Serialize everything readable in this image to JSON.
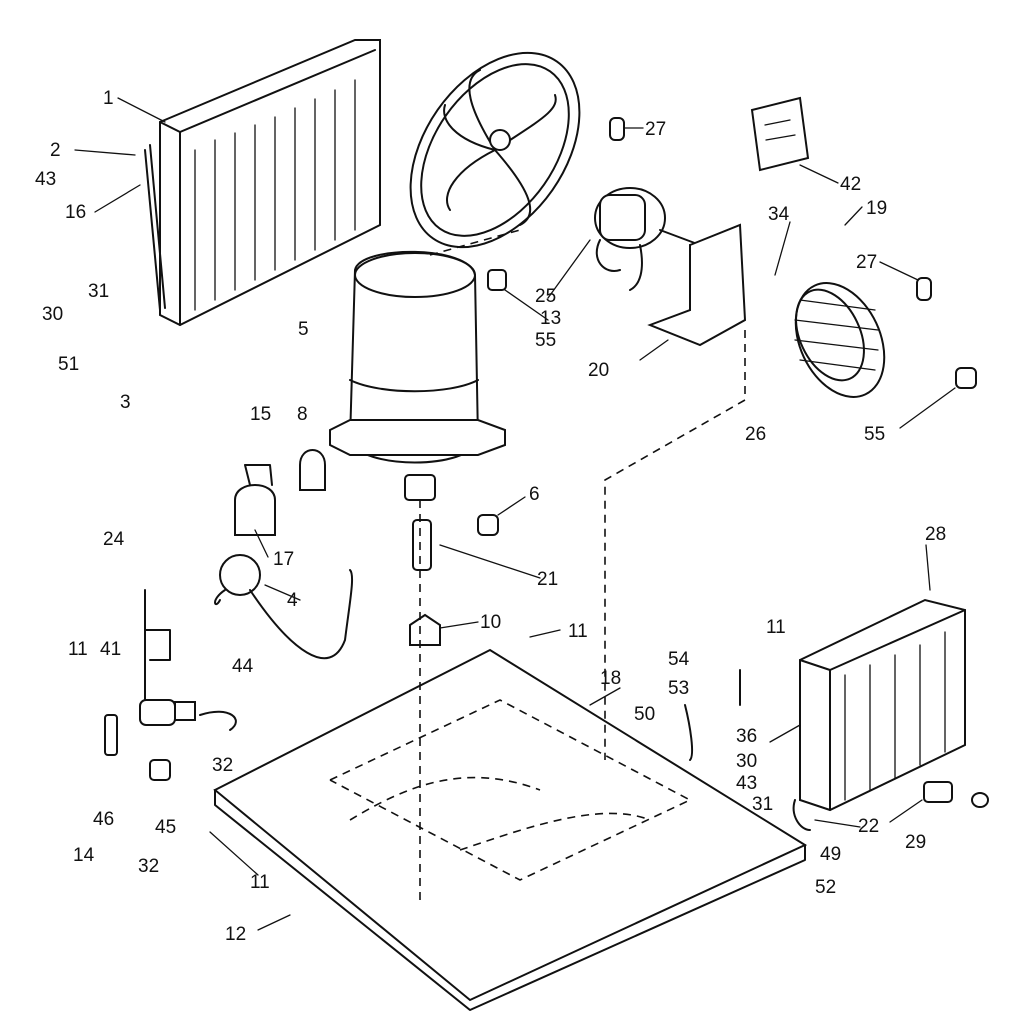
{
  "colors": {
    "ink": "#111111",
    "paper": "#ffffff"
  },
  "callouts": {
    "c1": "1",
    "c2": "2",
    "c3": "3",
    "c4": "4",
    "c5": "5",
    "c6": "6",
    "c8": "8",
    "c10": "10",
    "c11a": "11",
    "c11b": "11",
    "c11c": "11",
    "c11d": "11",
    "c12": "12",
    "c13": "13",
    "c14": "14",
    "c15": "15",
    "c16": "16",
    "c17": "17",
    "c18": "18",
    "c19": "19",
    "c20": "20",
    "c21": "21",
    "c22": "22",
    "c24": "24",
    "c25": "25",
    "c26": "26",
    "c27a": "27",
    "c27b": "27",
    "c28": "28",
    "c29": "29",
    "c30a": "30",
    "c30b": "30",
    "c31a": "31",
    "c31b": "31",
    "c32a": "32",
    "c32b": "32",
    "c34": "34",
    "c36": "36",
    "c41": "41",
    "c42": "42",
    "c43a": "43",
    "c43b": "43",
    "c44": "44",
    "c45": "45",
    "c46": "46",
    "c49": "49",
    "c50": "50",
    "c51": "51",
    "c52": "52",
    "c53": "53",
    "c54": "54",
    "c55a": "55",
    "c55b": "55"
  },
  "parts": [
    "condenser-coil",
    "fan-blade",
    "fan-motor",
    "compressor",
    "motor-bracket",
    "blower-wheel",
    "evaporator-coil",
    "base-pan",
    "filter",
    "expansion-valve",
    "capacitor",
    "tubing"
  ]
}
